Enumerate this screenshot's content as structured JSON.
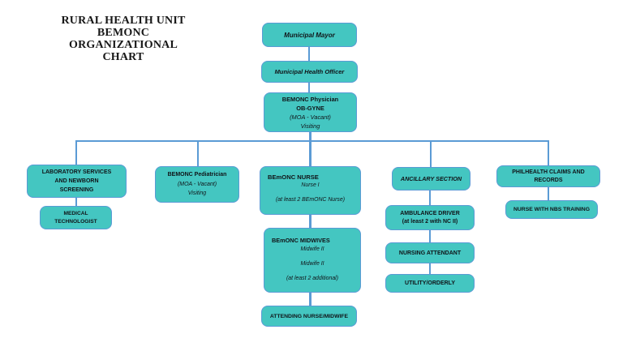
{
  "title": {
    "lines": [
      "RURAL HEALTH UNIT",
      "BEMONC",
      "ORGANIZATIONAL CHART"
    ]
  },
  "colors": {
    "box_fill": "#44c6c1",
    "box_border": "#5b9bd5",
    "connector": "#5b9bd5",
    "text": "#101418"
  },
  "nodes": {
    "mayor": {
      "label": "Municipal Mayor"
    },
    "health_officer": {
      "label": "Municipal Health Officer"
    },
    "physician": {
      "lines": [
        "BEMONC Physician",
        "OB-GYNE",
        "(MOA - Vacant)",
        "Visiting"
      ]
    },
    "laboratory": {
      "lines": [
        "LABORATORY SERVICES",
        "AND NEWBORN",
        "SCREENING"
      ]
    },
    "medical_technologist": {
      "lines": [
        "MEDICAL",
        "TECHNOLOGIST"
      ]
    },
    "pediatrician": {
      "lines": [
        "BEMONC Pediatrician",
        "(MOA - Vacant)",
        "Visiting"
      ]
    },
    "nurse": {
      "title": "BEmONC NURSE",
      "lines": [
        "Nurse I",
        "(at least 2 BEmONC Nurse)"
      ]
    },
    "midwives": {
      "title": "BEmONC MIDWIVES",
      "lines": [
        "Midwife II",
        "Midwife II",
        "(at least 2 additional)"
      ]
    },
    "attending": {
      "label": "ATTENDING NURSE/MIDWIFE"
    },
    "ancillary": {
      "label": "ANCILLARY SECTION"
    },
    "ambulance": {
      "lines": [
        "AMBULANCE DRIVER",
        "(at least 2 with NC II)"
      ]
    },
    "nursing_attendant": {
      "label": "NURSING ATTENDANT"
    },
    "utility": {
      "label": "UTILITY/ORDERLY"
    },
    "philhealth": {
      "lines": [
        "PHILHEALTH CLAIMS AND",
        "RECORDS"
      ]
    },
    "nurse_nbs": {
      "label": "NURSE WITH NBS TRAINING"
    }
  }
}
